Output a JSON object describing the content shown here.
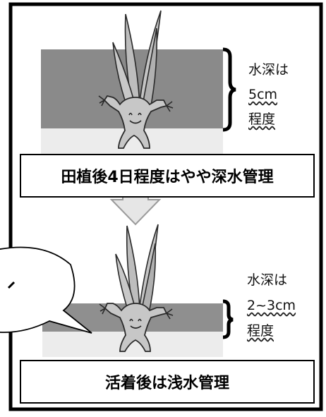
{
  "panel_top": {
    "depth_label": "水深は",
    "depth_value": "5cm",
    "depth_suffix": "程度",
    "caption": "田植後4日程度はやや深水管理"
  },
  "panel_bottom": {
    "depth_label": "水深は",
    "depth_value": "2~3cm",
    "depth_suffix": "程度",
    "caption": "活着後は浅水管理"
  },
  "speech_bubble_text": "",
  "colors": {
    "water_top": "#8a8a8a",
    "water_bottom": "#8f8f8f",
    "plant_fill": "#b9b9b9",
    "plant_stroke": "#2a2a2a",
    "arrow_fill": "#e6e6e6",
    "frame": "#000000"
  }
}
